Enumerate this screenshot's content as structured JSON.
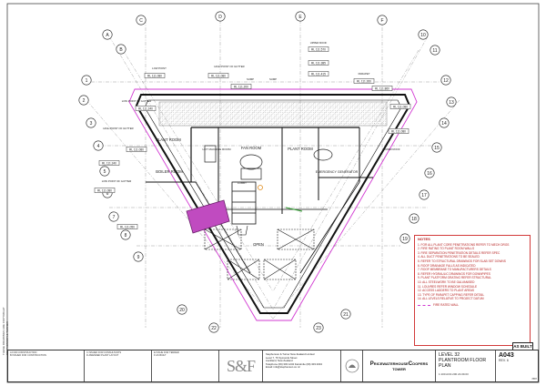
{
  "grid_markers": [
    "A",
    "B",
    "C",
    "D",
    "E",
    "F",
    "1",
    "2",
    "3",
    "4",
    "5",
    "6",
    "7",
    "8",
    "9",
    "10",
    "11",
    "12",
    "13",
    "14",
    "15",
    "16",
    "17",
    "18",
    "19",
    "20",
    "21",
    "22",
    "23"
  ],
  "rooms": {
    "plant_room_left": "PLANT ROOM",
    "plant_room_right": "PLANT ROOM",
    "fan_room": "FAN ROOM",
    "lift_machine_room": "LIFT MACHINE ROOM",
    "boiler_room": "BOILER ROOM",
    "emergency_generator": "EMERGENCY GENERATOR",
    "open": "OPEN",
    "lobby": "LOBBY"
  },
  "level_tags": [
    "RL 111.080",
    "RL 111.080",
    "RL 111.200",
    "RL 111.240",
    "RL 111.080",
    "RL 111.570",
    "RL 111.385",
    "RL 111.415",
    "RL 111.260",
    "RL 111.860",
    "RL 111.080",
    "RL 111.080",
    "RL 111.240",
    "RL 111.080",
    "RL 111.050"
  ],
  "roof_labels": [
    "LOW POINT",
    "HIGH POINT OF GUTTER",
    "SUMP",
    "SUMP",
    "PARAPET",
    "LOW POINT OF GUTTER",
    "UPPER ROOF",
    "LOWER ROOF",
    "HIGH POINT OF GUTTER",
    "LOW POINT OF GUTTER"
  ],
  "notes": {
    "heading": "NOTES",
    "items": [
      "1. FOR ALL PLANT CORE PENETRATIONS REFER TO MECH DRGS",
      "2. FIRE RATING TO PLANT ROOM WALLS",
      "3. FIRE SEPARATION PENETRATION DETAILS REFER SPEC",
      "4. ALL DUCT PENETRATIONS TO BE SEALED",
      "5. REFER TO STRUCTURAL DRAWINGS FOR SLAB SET DOWNS",
      "6. ROOF DRAINAGE FALLS AS INDICATED",
      "7. ROOF MEMBRANE TO MANUFACTURERS DETAILS",
      "8. REFER HYDRAULIC DRAWINGS FOR DOWNPIPES",
      "9. PLANT PLATFORM GRATING REFER STRUCTURAL",
      "10. ALL STEELWORK TO BE GALVANISED",
      "11. LOUVRES REFER WINDOW SCHEDULE",
      "12. ACCESS LADDERS TO PLANT AREAS",
      "13. TYPE OF PARAPET CAPPING REFER DETAIL",
      "14. ALL LEVELS RELATIVE TO PROJECT DATUM"
    ],
    "legend": "FIRE RATED WALL"
  },
  "as_built": "AS BUILT",
  "title_block": {
    "company_logo": "S&F",
    "company": [
      "Stephenson & Turner New Zealand Limited",
      "Level 7, 76 Symonds Street",
      "Auckland, New Zealand",
      "Telephone (09) 303 1234  Facsimile (09) 303 2004",
      "Email: info@stephenson.co.nz"
    ],
    "project": "PricewaterhouseCoopers",
    "project_line2": "TOWER",
    "drawing_title": [
      "LEVEL 32",
      "PLANTROOM FLOOR PLAN"
    ],
    "scale": "1:100 A3/1:200",
    "date": "24.09.03",
    "drawing_number": "A043",
    "revision": "REV. 6",
    "job_number": "7887"
  },
  "revision_rows": [
    "A  FOR CONSTRUCTION",
    "B  ISSUED FOR CONSTRUCTION",
    "C  ISSUED FOR CONSULTANTS",
    "D  AMENDED PLANT LAYOUT",
    "E  ISSUE FOR TENDER",
    "F  AS BUILT"
  ],
  "side_notes": "THESE DRAWINGS ARE COPYRIGHT STEPHENSON & TURNER"
}
